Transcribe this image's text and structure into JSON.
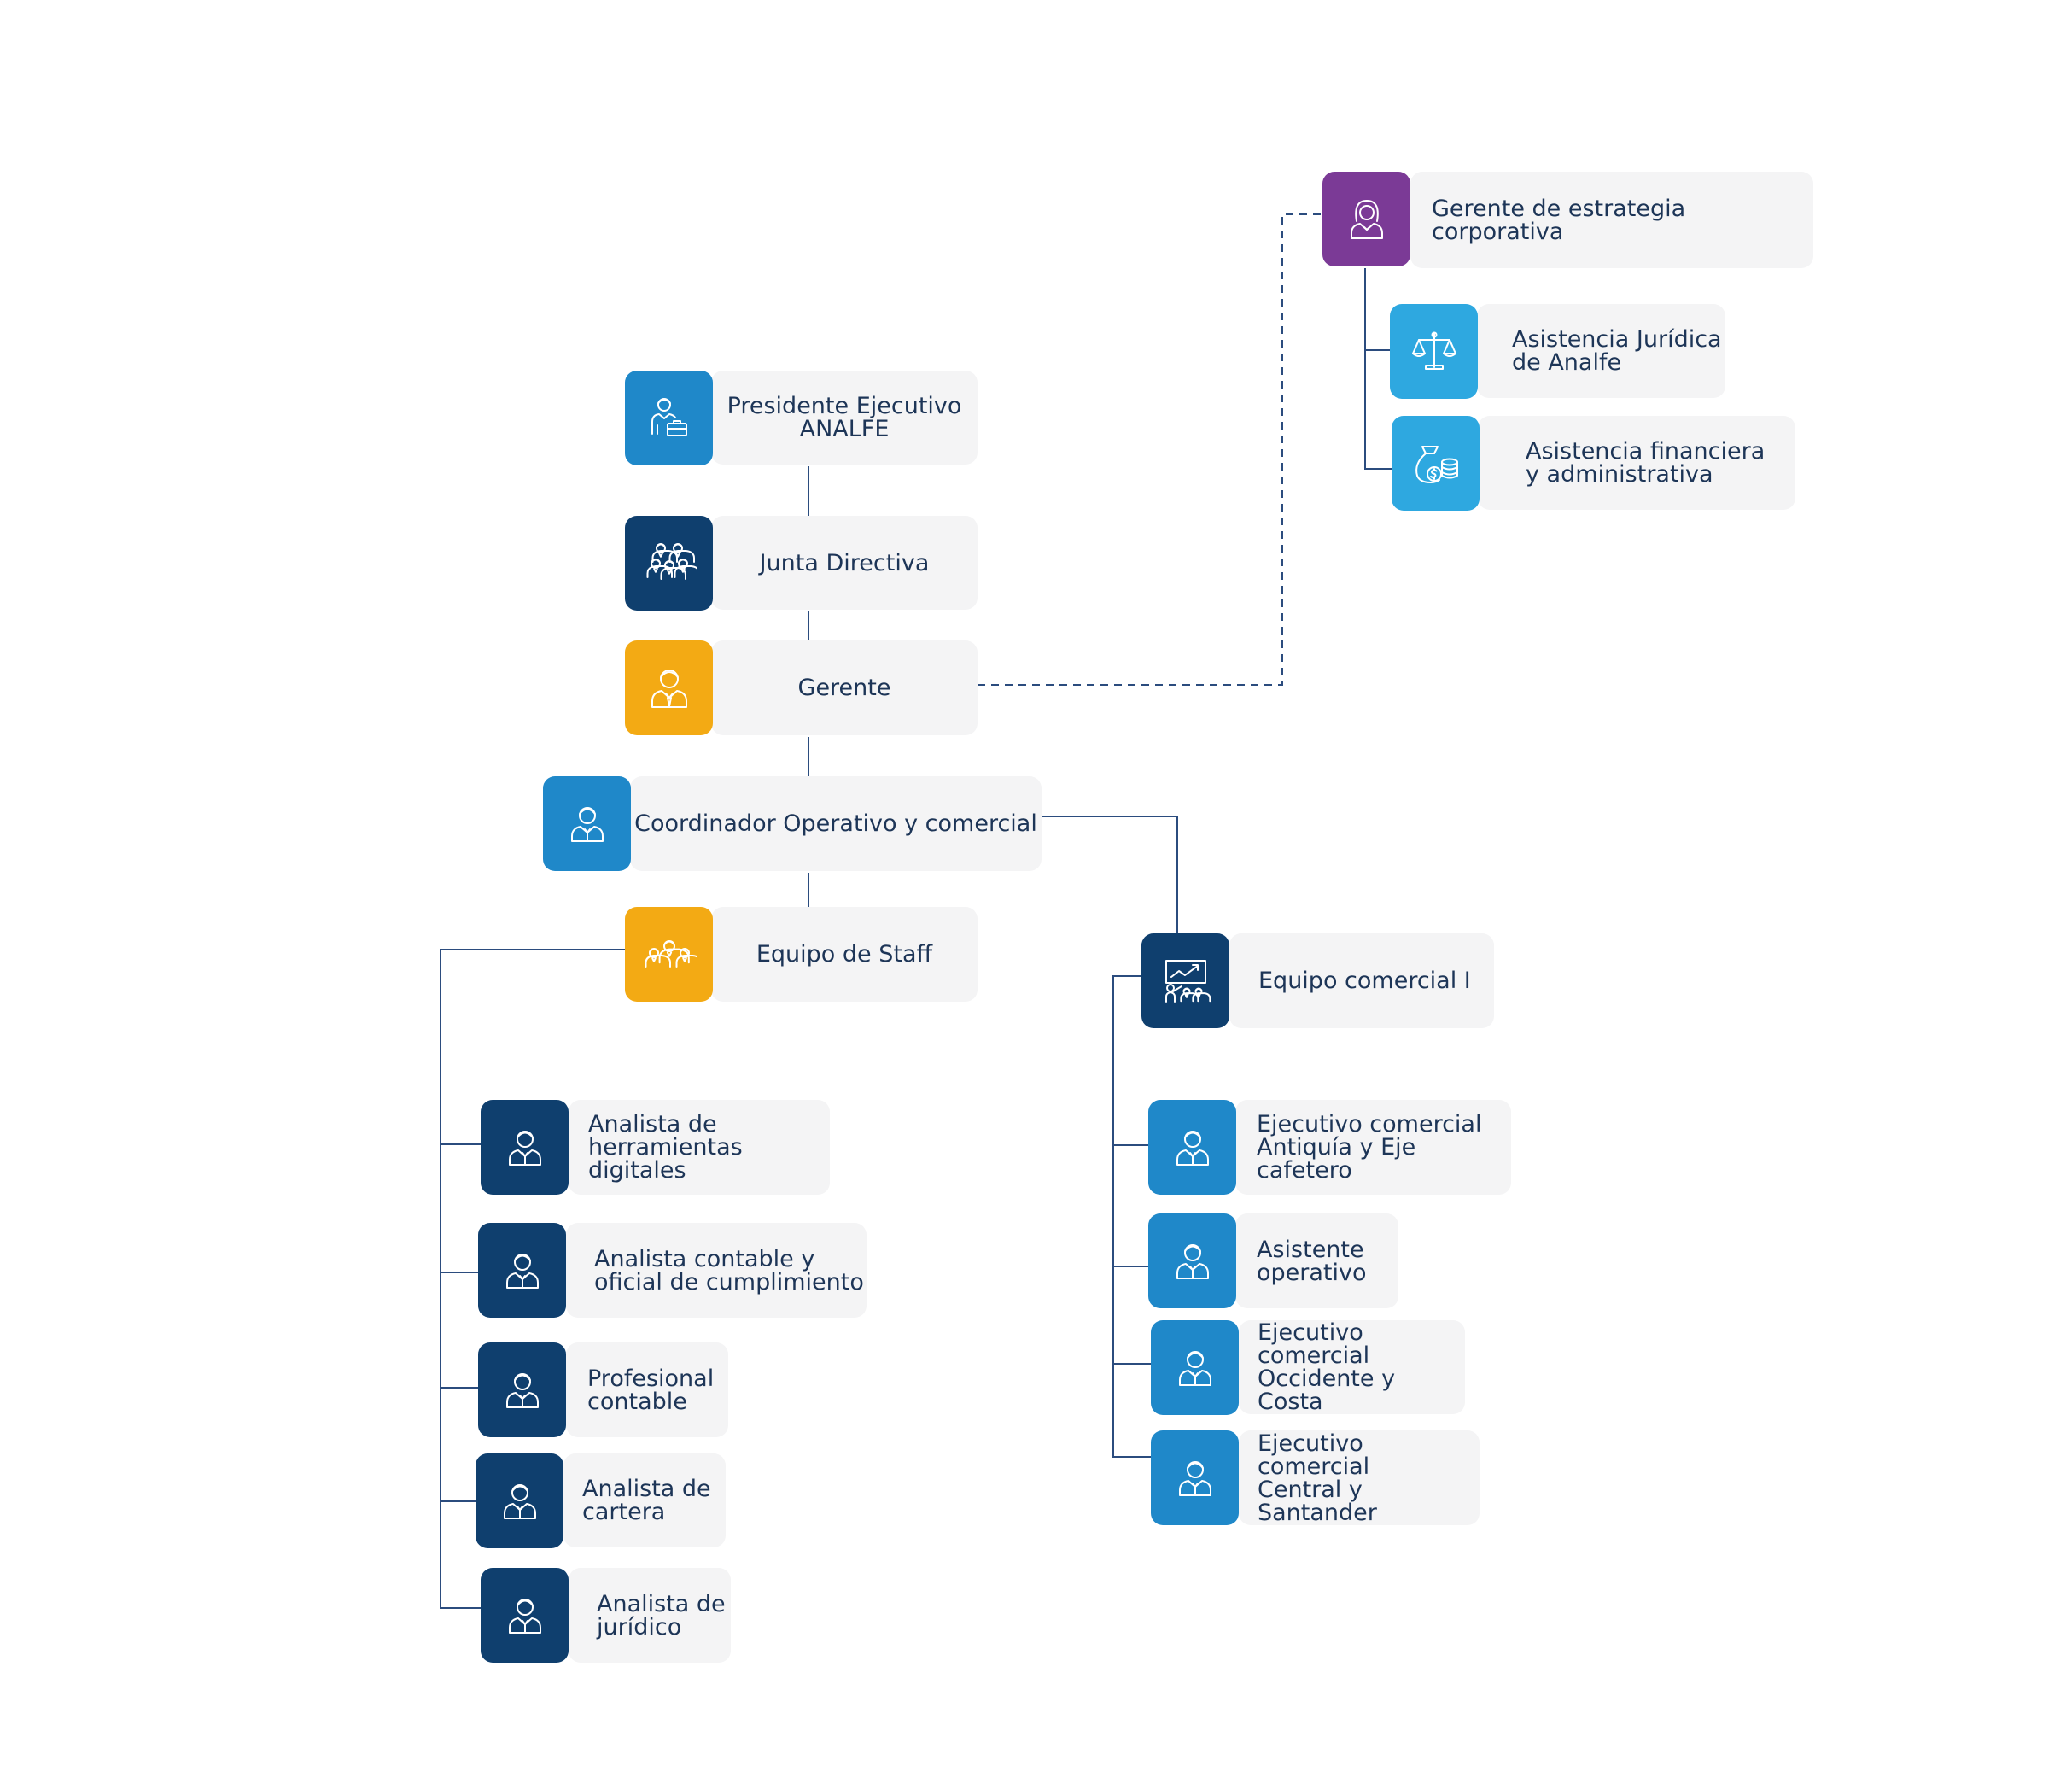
{
  "colors": {
    "line": "#2b4c7e",
    "card": "#f4f4f5",
    "text": "#1d3557",
    "navy": "#0f3f6e",
    "blue": "#1f88c9",
    "sky": "#2ea8e0",
    "amber": "#f3aa14",
    "purple": "#7b3a96"
  },
  "nodes": [
    {
      "id": "presidente",
      "label": "Presidente Ejecutivo\nANALFE",
      "color": "#1f88c9",
      "icon": "executive-icon"
    },
    {
      "id": "junta",
      "label": "Junta Directiva",
      "color": "#0f3f6e",
      "icon": "board-group-icon"
    },
    {
      "id": "gerente",
      "label": "Gerente",
      "color": "#f3aa14",
      "icon": "manager-icon"
    },
    {
      "id": "coordinador",
      "label": "Coordinador Operativo y comercial",
      "color": "#1f88c9",
      "icon": "person-icon"
    },
    {
      "id": "staff",
      "label": "Equipo de Staff",
      "color": "#f3aa14",
      "icon": "team-icon"
    },
    {
      "id": "estrategia",
      "label": "Gerente de estrategia corporativa",
      "color": "#7b3a96",
      "icon": "woman-icon"
    },
    {
      "id": "juridica",
      "label": "Asistencia Jurídica\nde Analfe",
      "color": "#2ea8e0",
      "icon": "scales-icon"
    },
    {
      "id": "financiera",
      "label": "Asistencia financiera\ny administrativa",
      "color": "#2ea8e0",
      "icon": "money-bag-icon"
    },
    {
      "id": "comercial",
      "label": "Equipo comercial I",
      "color": "#0f3f6e",
      "icon": "presentation-icon"
    },
    {
      "id": "analista-digital",
      "label": "Analista de\nherramientas digitales",
      "color": "#0f3f6e",
      "icon": "person-icon"
    },
    {
      "id": "analista-contable",
      "label": "Analista contable y\noficial de cumplimiento",
      "color": "#0f3f6e",
      "icon": "person-icon"
    },
    {
      "id": "profesional-contable",
      "label": "Profesional\ncontable",
      "color": "#0f3f6e",
      "icon": "person-icon"
    },
    {
      "id": "analista-cartera",
      "label": "Analista de\ncartera",
      "color": "#0f3f6e",
      "icon": "person-icon"
    },
    {
      "id": "analista-juridico",
      "label": "Analista de\njurídico",
      "color": "#0f3f6e",
      "icon": "person-icon"
    },
    {
      "id": "ejecutivo-antioquia",
      "label": "Ejecutivo comercial\nAntiquía y Eje cafetero",
      "color": "#1f88c9",
      "icon": "person-icon"
    },
    {
      "id": "asistente-operativo",
      "label": "Asistente\noperativo",
      "color": "#1f88c9",
      "icon": "person-icon"
    },
    {
      "id": "ejecutivo-occidente",
      "label": "Ejecutivo comercial\nOccidente y Costa",
      "color": "#1f88c9",
      "icon": "person-icon"
    },
    {
      "id": "ejecutivo-central",
      "label": "Ejecutivo comercial\nCentral y Santander",
      "color": "#1f88c9",
      "icon": "person-icon"
    }
  ],
  "links": [
    {
      "from": "presidente",
      "to": "junta",
      "style": "solid"
    },
    {
      "from": "junta",
      "to": "gerente",
      "style": "solid"
    },
    {
      "from": "gerente",
      "to": "coordinador",
      "style": "solid"
    },
    {
      "from": "coordinador",
      "to": "staff",
      "style": "solid"
    },
    {
      "from": "coordinador",
      "to": "comercial",
      "style": "solid"
    },
    {
      "from": "gerente",
      "to": "estrategia",
      "style": "dashed"
    },
    {
      "from": "estrategia",
      "to": "juridica",
      "style": "solid"
    },
    {
      "from": "estrategia",
      "to": "financiera",
      "style": "solid"
    },
    {
      "from": "staff",
      "to": "analista-digital",
      "style": "solid"
    },
    {
      "from": "staff",
      "to": "analista-contable",
      "style": "solid"
    },
    {
      "from": "staff",
      "to": "profesional-contable",
      "style": "solid"
    },
    {
      "from": "staff",
      "to": "analista-cartera",
      "style": "solid"
    },
    {
      "from": "staff",
      "to": "analista-juridico",
      "style": "solid"
    },
    {
      "from": "comercial",
      "to": "ejecutivo-antioquia",
      "style": "solid"
    },
    {
      "from": "comercial",
      "to": "asistente-operativo",
      "style": "solid"
    },
    {
      "from": "comercial",
      "to": "ejecutivo-occidente",
      "style": "solid"
    },
    {
      "from": "comercial",
      "to": "ejecutivo-central",
      "style": "solid"
    }
  ]
}
